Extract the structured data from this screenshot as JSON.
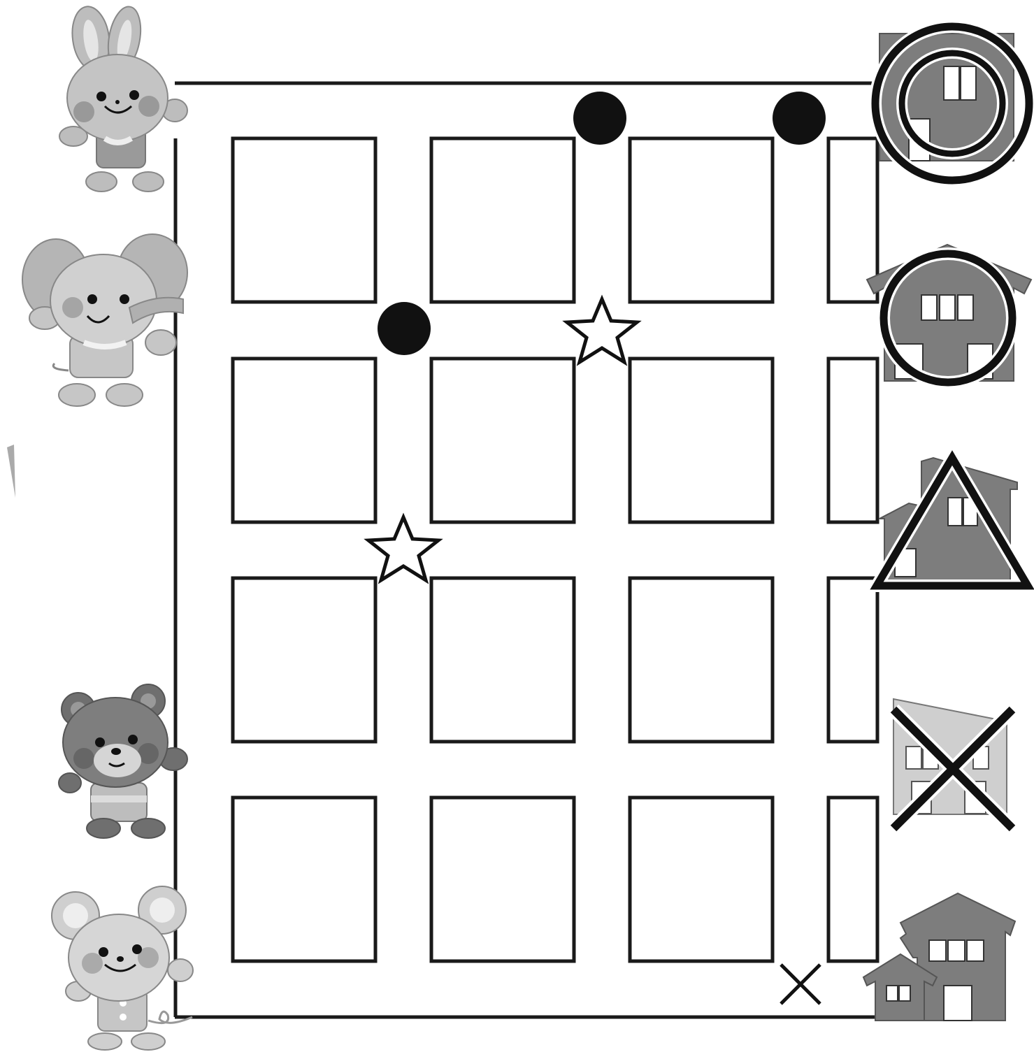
{
  "puzzle": {
    "type": "grid-maze",
    "grid_rows": 5,
    "grid_cols": 4,
    "start_characters": [
      {
        "name": "rabbit",
        "icon": "rabbit-icon"
      },
      {
        "name": "elephant",
        "icon": "elephant-icon"
      },
      {
        "name": "bear",
        "icon": "bear-icon"
      },
      {
        "name": "mouse",
        "icon": "mouse-icon"
      }
    ],
    "goal_houses": [
      {
        "icon": "house-icon",
        "mark": "double-circle"
      },
      {
        "icon": "house-icon",
        "mark": "circle"
      },
      {
        "icon": "house-icon",
        "mark": "triangle"
      },
      {
        "icon": "house-icon",
        "mark": "cross"
      },
      {
        "icon": "house-icon",
        "mark": "none"
      }
    ],
    "path_marks": [
      {
        "kind": "filled-circle",
        "count": 3
      },
      {
        "kind": "star",
        "count": 2
      },
      {
        "kind": "cross",
        "count": 1
      }
    ],
    "colors": {
      "line": "#1a1a1a",
      "house_dark": "#7d7d7d",
      "house_light": "#cfcfcf",
      "animal_light": "#c8c8c8",
      "animal_dark": "#7a7a7a",
      "background": "#ffffff"
    }
  }
}
